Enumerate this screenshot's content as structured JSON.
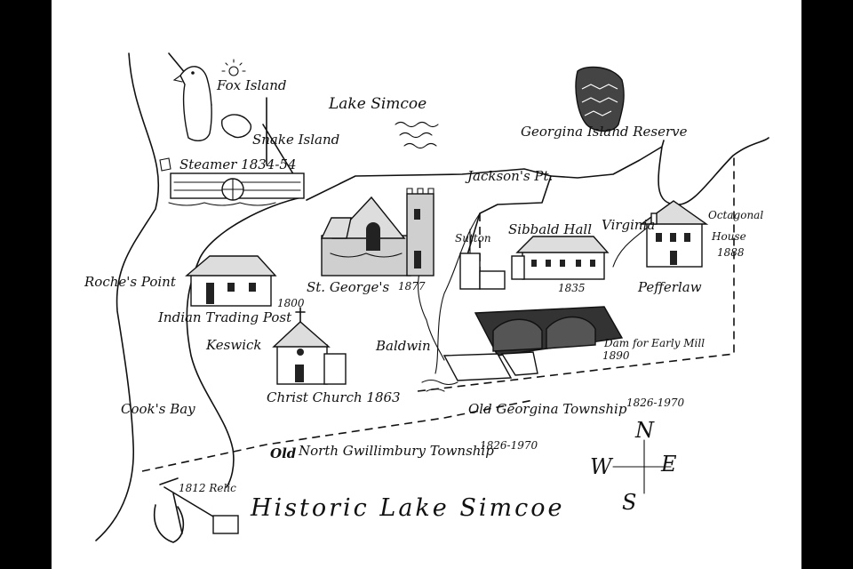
{
  "title": "Historic Lake Simcoe",
  "lake": "Lake Simcoe",
  "places": {
    "fox_island": "Fox Island",
    "snake_island": "Snake Island",
    "georgina_island_reserve": "Georgina Island Reserve",
    "steamer": "Steamer 1834-54",
    "jacksons_point": "Jackson's Pt.",
    "roches_point": "Roche's Point",
    "st_georges": "St. George's",
    "st_georges_year": "1877",
    "sutton": "Sutton",
    "sibbald_hall": "Sibbald Hall",
    "sibbald_hall_year": "1835",
    "virginia": "Virginia",
    "octagonal_house_line1": "Octagonal",
    "octagonal_house_line2": "House",
    "octagonal_house_year": "1888",
    "pefferlaw": "Pefferlaw",
    "indian_trading_post": "Indian Trading Post",
    "indian_trading_post_year": "1800",
    "keswick": "Keswick",
    "baldwin": "Baldwin",
    "dam_line1": "Dam for Early Mill",
    "dam_year": "1890",
    "christ_church": "Christ Church 1863",
    "cooks_bay": "Cook's Bay",
    "old_georgina_township": "Old Georgina Township",
    "old_georgina_township_years": "1826-1970",
    "old_north_gwillimbury_prefix": "Old",
    "old_north_gwillimbury": "North Gwillimbury Township",
    "old_north_gwillimbury_years": "1826-1970",
    "relic": "1812 Relic"
  },
  "compass": {
    "n": "N",
    "s": "S",
    "e": "E",
    "w": "W"
  }
}
